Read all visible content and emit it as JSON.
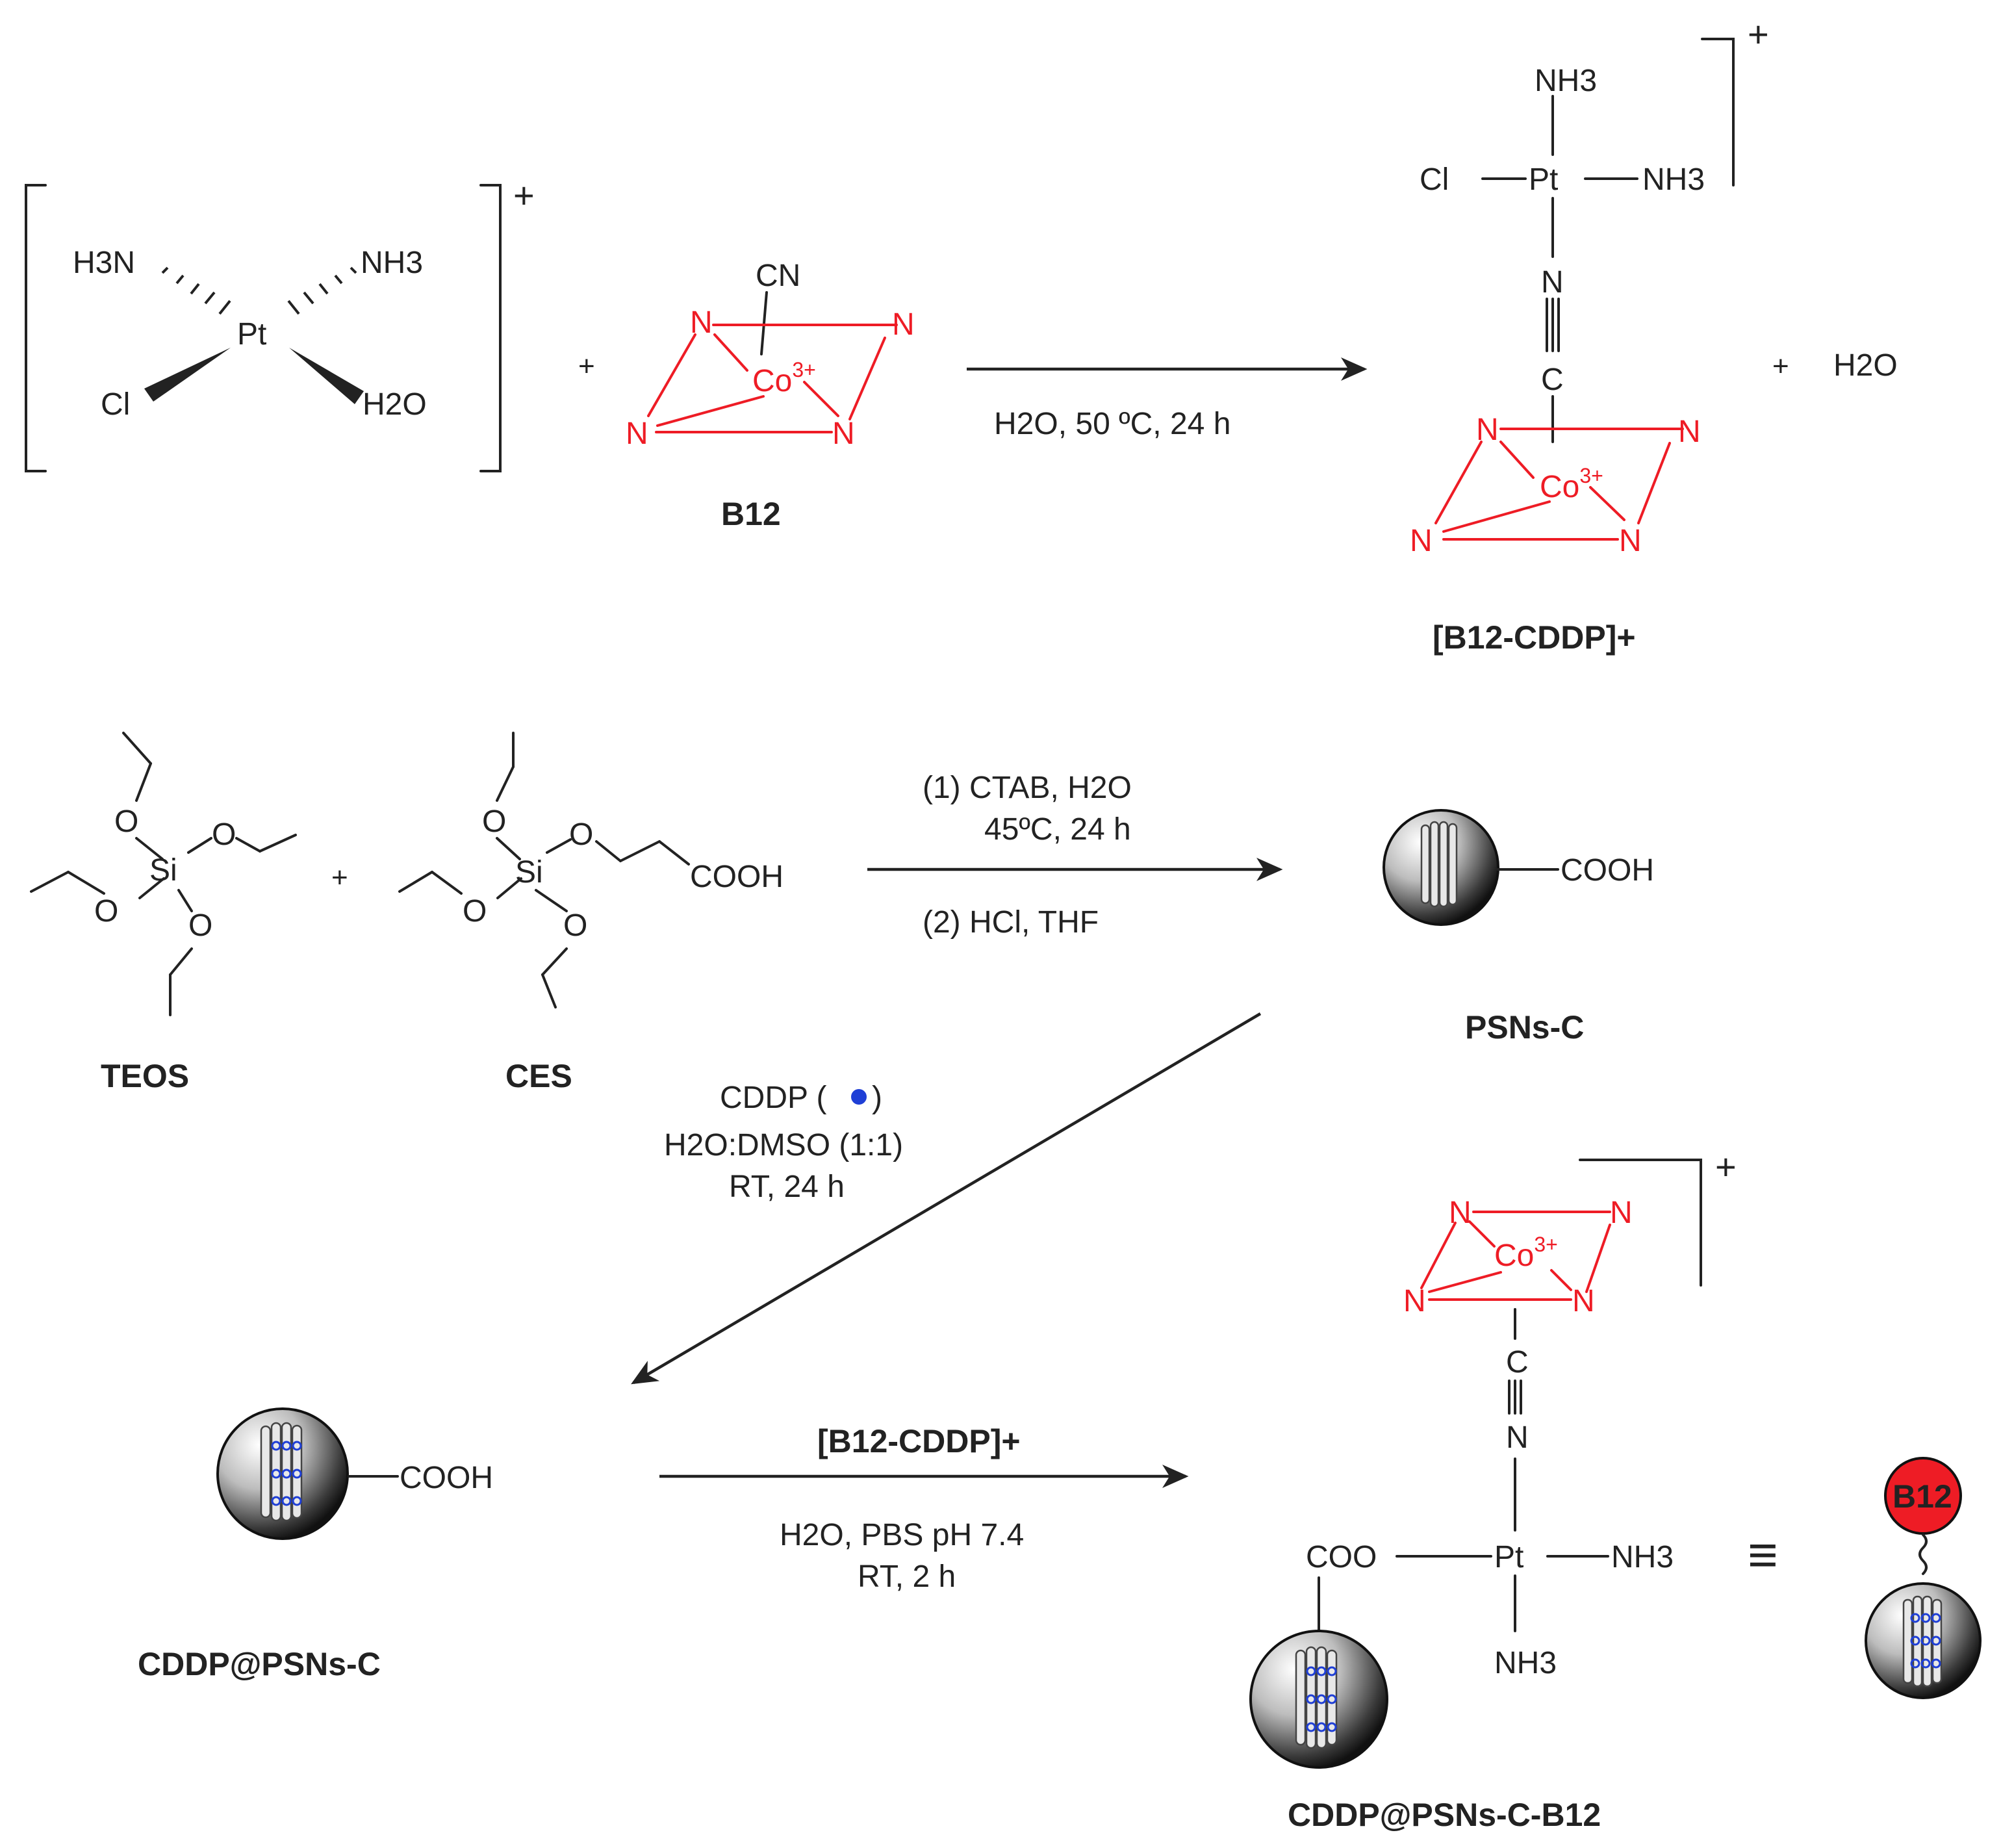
{
  "reaction1": {
    "reactant_pt": {
      "ligand_tl": "H3N",
      "ligand_tr": "NH3",
      "center": "Pt",
      "ligand_bl": "Cl",
      "ligand_br": "H2O",
      "charge": "+"
    },
    "plus1": "+",
    "b12": {
      "cn": "CN",
      "co": "Co",
      "co_charge": "3+",
      "n": "N",
      "label": "B12"
    },
    "conditions": "H2O, 50 ºC, 24 h",
    "product": {
      "nh3_top": "NH3",
      "cl": "Cl",
      "pt": "Pt",
      "nh3_right": "NH3",
      "n": "N",
      "c": "C",
      "charge": "+",
      "label": "[B12-CDDP]+"
    },
    "plus2": "+",
    "water": "H2O"
  },
  "reaction2": {
    "teos": {
      "si": "Si",
      "o": "O",
      "label": "TEOS"
    },
    "plus": "+",
    "ces": {
      "si": "Si",
      "o": "O",
      "cooh": "COOH",
      "label": "CES"
    },
    "conditions_top_1": "(1) CTAB, H2O",
    "conditions_top_2": "45ºC, 24 h",
    "conditions_bottom": "(2) HCl, THF",
    "psns": {
      "cooh": "COOH",
      "label": "PSNs-C"
    }
  },
  "reaction3": {
    "conditions_1": "CDDP (",
    "conditions_1_end": ")",
    "conditions_2": "H2O:DMSO (1:1)",
    "conditions_3": "RT, 24 h",
    "dot_color": "#1f3fd6",
    "cddp_psns": {
      "cooh": "COOH",
      "label": "CDDP@PSNs-C"
    }
  },
  "reaction4": {
    "reagent": "[B12-CDDP]+",
    "conditions_1": "H2O, PBS pH 7.4",
    "conditions_2": "RT, 2 h",
    "final": {
      "coo": "COO",
      "pt": "Pt",
      "nh3_right": "NH3",
      "nh3_bottom": "NH3",
      "n": "N",
      "c": "C",
      "co": "Co",
      "co_charge": "3+",
      "charge": "+",
      "label": "CDDP@PSNs-C-B12"
    },
    "equiv": "≡",
    "cartoon_b12": "B12"
  },
  "colors": {
    "text": "#222222",
    "b12_red": "#ee1c25",
    "cddp_blue": "#1f3fd6"
  }
}
